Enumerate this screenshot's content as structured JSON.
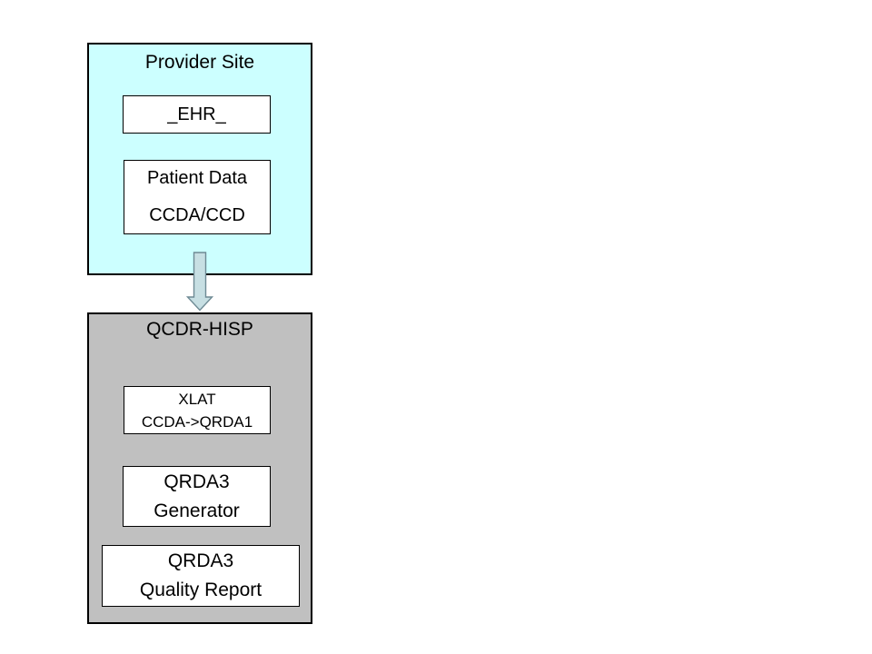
{
  "diagram": {
    "provider_site": {
      "title": "Provider Site",
      "fill": "#ccffff",
      "nodes": {
        "ehr": {
          "label": "_EHR_"
        },
        "patient_data": {
          "line1": "Patient Data",
          "line2": "CCDA/CCD"
        }
      }
    },
    "arrow": {
      "direction": "down",
      "fill": "#c7dfe3",
      "stroke": "#6e8a94"
    },
    "qcdr_hisp": {
      "title": "QCDR-HISP",
      "fill": "#c0c0c0",
      "nodes": {
        "xlat": {
          "line1": "XLAT",
          "line2": "CCDA->QRDA1"
        },
        "qrda3_generator": {
          "line1": "QRDA3",
          "line2": "Generator"
        },
        "qrda3_quality_report": {
          "line1": "QRDA3",
          "line2": "Quality Report"
        }
      }
    }
  }
}
